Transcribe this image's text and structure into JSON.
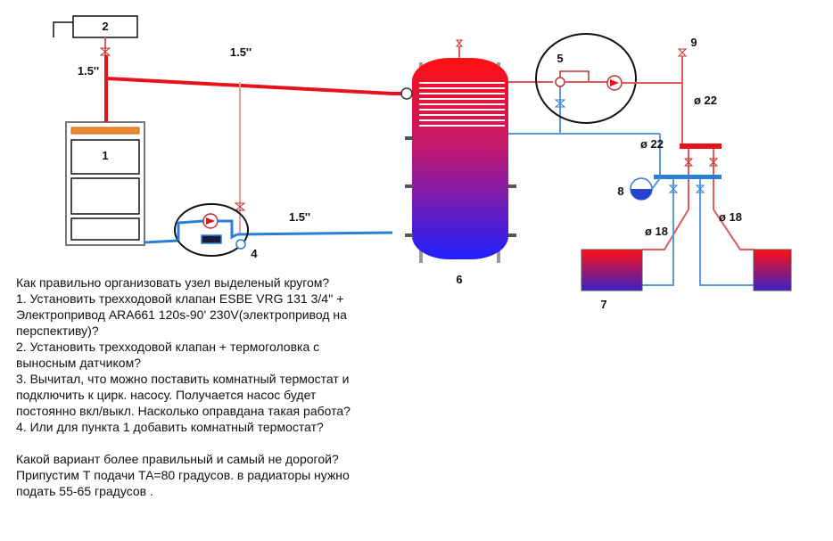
{
  "labels": {
    "n1": "1",
    "n2": "2",
    "n4": "4",
    "n5": "5",
    "n6": "6",
    "n7": "7",
    "n8": "8",
    "n9": "9",
    "pipe_size_top": "1.5''",
    "pipe_size_left": "1.5''",
    "pipe_size_bottom": "1.5''",
    "d22_a": "ø 22",
    "d22_b": "ø 22",
    "d18_a": "ø 18",
    "d18_b": "ø 18"
  },
  "colors": {
    "hot": "#e8121c",
    "cold": "#2a7fd8",
    "thin_hot": "#e05a5a",
    "thin_cold": "#5a9ad8",
    "tank_top": "#ff1010",
    "tank_bottom": "#2020ff"
  },
  "question": {
    "l1": "Как правильно организовать узел выделеный кругом?",
    "l2": "1. Установить трехходовой клапан ESBE VRG 131 3/4'' +",
    "l3": "Электропривод ARA661 120s-90' 230V(электропривод на",
    "l4": "перспективу)?",
    "l5": "2. Установить трехходовой клапан + термоголовка с",
    "l6": "выносным датчиком?",
    "l7": "3. Вычитал, что можно поставить комнатный термостат и",
    "l8": "подключить к цирк. насосу. Получается насос будет",
    "l9": "постоянно вкл/выкл. Насколько оправдана такая работа?",
    "l10": "4. Или для пункта 1 добавить комнатный термостат?",
    "l11": "Какой вариант более правильный и самый не дорогой?",
    "l12": "Припустим Т подачи ТА=80 градусов. в радиаторы нужно",
    "l13": "подать 55-65 градусов ."
  }
}
